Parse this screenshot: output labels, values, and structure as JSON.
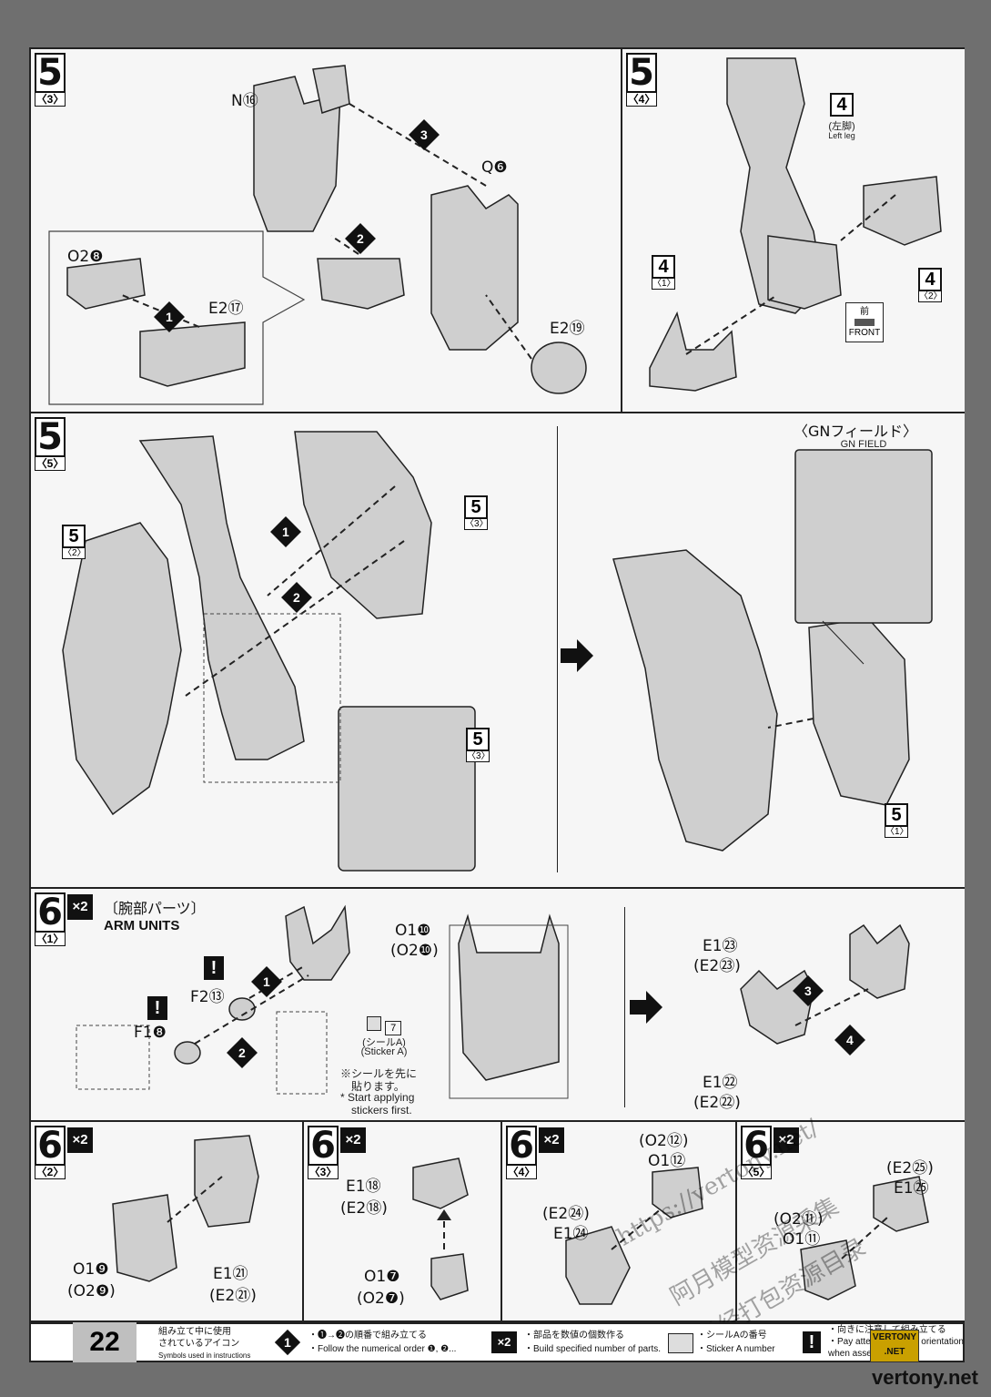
{
  "step5_3": {
    "step": "5",
    "sub": "〈3〉",
    "labels": [
      "N⑯",
      "Q❻",
      "O2❽",
      "E2⑰",
      "E2⑲"
    ]
  },
  "step5_4": {
    "step": "5",
    "sub": "〈4〉",
    "left_leg_num": "4",
    "left_leg_jp": "(左脚)",
    "left_leg_en": "Left leg",
    "badge_a_num": "4",
    "badge_a_sub": "〈1〉",
    "badge_b_num": "4",
    "badge_b_sub": "〈2〉",
    "front_jp": "前",
    "front_en": "FRONT"
  },
  "step5_5": {
    "step": "5",
    "sub": "〈5〉",
    "badge_a_num": "5",
    "badge_a_sub": "〈3〉",
    "badge_b_num": "5",
    "badge_b_sub": "〈2〉",
    "badge_c_num": "5",
    "badge_c_sub": "〈3〉",
    "badge_d_num": "5",
    "badge_d_sub": "〈1〉",
    "gn_field_jp": "〈GNフィールド〉",
    "gn_field_en": "GN FIELD"
  },
  "step6_1": {
    "step": "6",
    "sub": "〈1〉",
    "x2": "×2",
    "title_jp": "〔腕部パーツ〕",
    "title_en": "ARM UNITS",
    "o1": "O1❿",
    "o2": "(O2❿)",
    "f2": "F2⑬",
    "f1": "F1❽",
    "sticker_num": "7",
    "sticker_jp": "(シールA)",
    "sticker_en": "(Sticker A)",
    "note_jp1": "※シールを先に",
    "note_jp2": "貼ります。",
    "note_en1": "* Start applying",
    "note_en2": "stickers first.",
    "e1_23": "E1㉓",
    "e2_23": "(E2㉓)",
    "e1_22": "E1㉒",
    "e2_22": "(E2㉒)"
  },
  "step6_2": {
    "step": "6",
    "sub": "〈2〉",
    "x2": "×2",
    "o1": "O1❾",
    "o2": "(O2❾)",
    "e1": "E1㉑",
    "e2": "(E2㉑)"
  },
  "step6_3": {
    "step": "6",
    "sub": "〈3〉",
    "x2": "×2",
    "e1": "E1⑱",
    "e2": "(E2⑱)",
    "o1": "O1❼",
    "o2": "(O2❼)"
  },
  "step6_4": {
    "step": "6",
    "sub": "〈4〉",
    "x2": "×2",
    "o2": "(O2⑫)",
    "o1": "O1⑫",
    "e2": "(E2㉔)",
    "e1": "E1㉔"
  },
  "step6_5": {
    "step": "6",
    "sub": "〈5〉",
    "x2": "×2",
    "e2": "(E2㉕)",
    "e1": "E1㉕",
    "o2": "(O2⑪)",
    "o1": "O1⑪"
  },
  "footer": {
    "page_number": "22",
    "icons_jp": "組み立て中に使用",
    "icons_jp2": "されているアイコン",
    "icons_en": "Symbols used in instructions",
    "order_jp": "・❶→❷の順番で組み立てる",
    "order_en": "・Follow the numerical order ❶, ❷...",
    "x2_label": "×2",
    "x2_jp": "・部品を数値の個数作る",
    "x2_en": "・Build specified number of parts.",
    "sticker_jp": "・シールAの番号",
    "sticker_en": "・Sticker A number",
    "warn_jp": "・向きに注意して組み立てる",
    "warn_en": "・Pay attention to part orientation",
    "warn_en2": "when assembling."
  },
  "watermark": {
    "url": "https://vertony.net/",
    "cn1": "阿月模型资源采集",
    "cn2": "已经打包资源目录",
    "site": "vertony.net",
    "logo1": "VERTONY",
    "logo2": ".NET"
  }
}
